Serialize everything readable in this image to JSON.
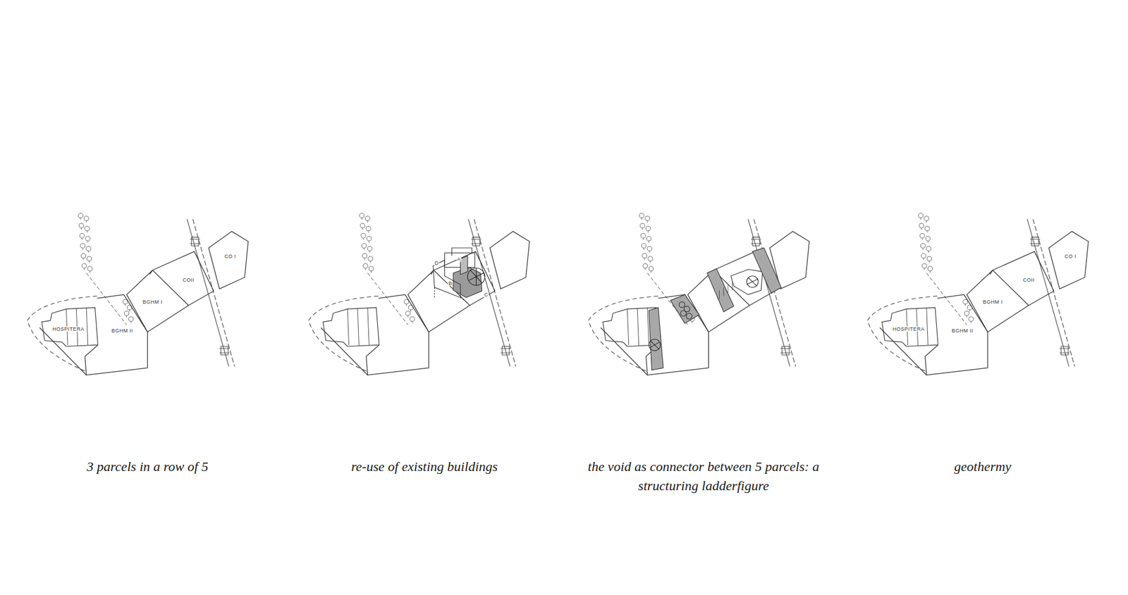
{
  "diagram": {
    "labels": [
      "HOSPITERA",
      "BGHM II",
      "BGHM I",
      "COII",
      "CO I",
      "D",
      "A",
      "B",
      "C",
      "HOSPITERA",
      "BGHM II",
      "BGHM I",
      "COII",
      "CO I",
      "3 parcels in a row of 5",
      "re-use of existing buildings",
      "the void as connector between 5 parcels: a structuring ladderfigure",
      "geothermy"
    ]
  }
}
